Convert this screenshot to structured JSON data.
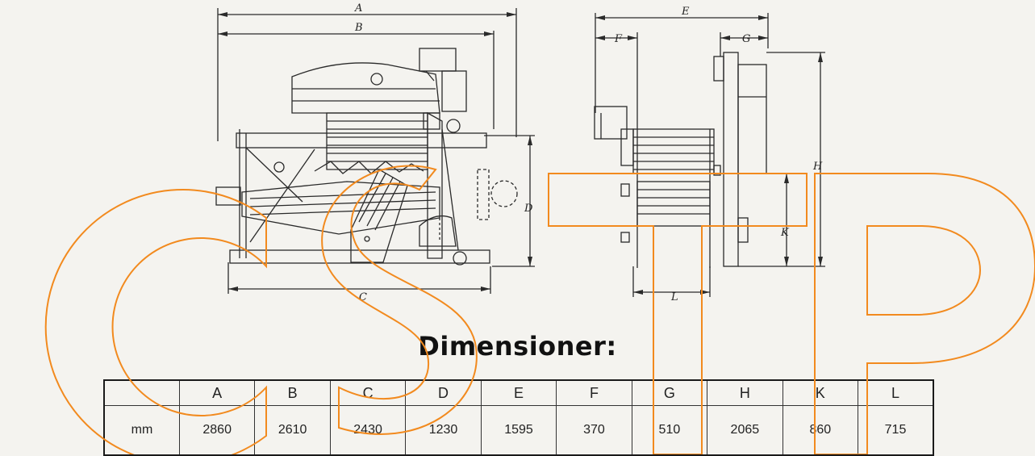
{
  "drawing": {
    "labels": [
      "A",
      "B",
      "C",
      "D",
      "E",
      "F",
      "G",
      "H",
      "K",
      "L"
    ]
  },
  "heading": "Dimensioner:",
  "table": {
    "unit": "mm",
    "columns": [
      "A",
      "B",
      "C",
      "D",
      "E",
      "F",
      "G",
      "H",
      "K",
      "L"
    ],
    "values": [
      "2860",
      "2610",
      "2430",
      "1230",
      "1595",
      "370",
      "510",
      "2065",
      "860",
      "715"
    ]
  },
  "watermark": {
    "text": "CSTP",
    "color": "#f28a1e"
  },
  "colors": {
    "line": "#2a2a2a",
    "paper": "#f4f3ef"
  }
}
